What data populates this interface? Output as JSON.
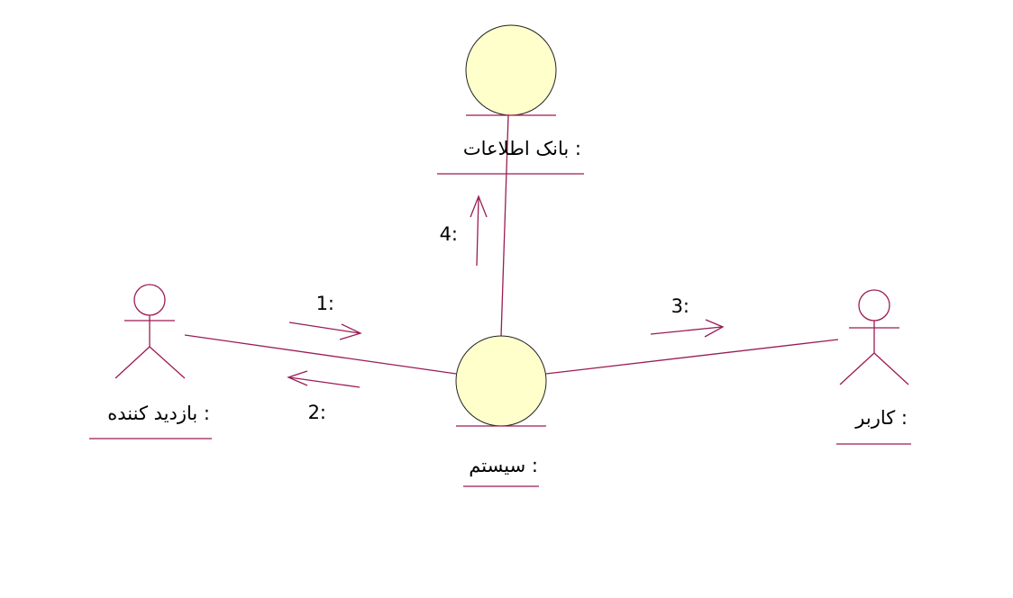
{
  "colors": {
    "line": "#9b1b55",
    "entity_fill": "#ffffcc",
    "entity_stroke": "#222222",
    "background": "#ffffff",
    "text": "#000000"
  },
  "objects": {
    "database": {
      "name": "بانک اطلاعات :",
      "kind": "entity"
    },
    "system": {
      "name": "سیستم :",
      "kind": "control-entity"
    },
    "visitor": {
      "name": "بازدید کننده :",
      "kind": "actor"
    },
    "user": {
      "name": "کاربر :",
      "kind": "actor"
    }
  },
  "messages": [
    {
      "id": "m1",
      "label": "1:",
      "direction": "visitor-to-system"
    },
    {
      "id": "m2",
      "label": "2:",
      "direction": "system-to-visitor"
    },
    {
      "id": "m3",
      "label": "3:",
      "direction": "system-to-user"
    },
    {
      "id": "m4",
      "label": "4:",
      "direction": "system-to-database"
    }
  ]
}
